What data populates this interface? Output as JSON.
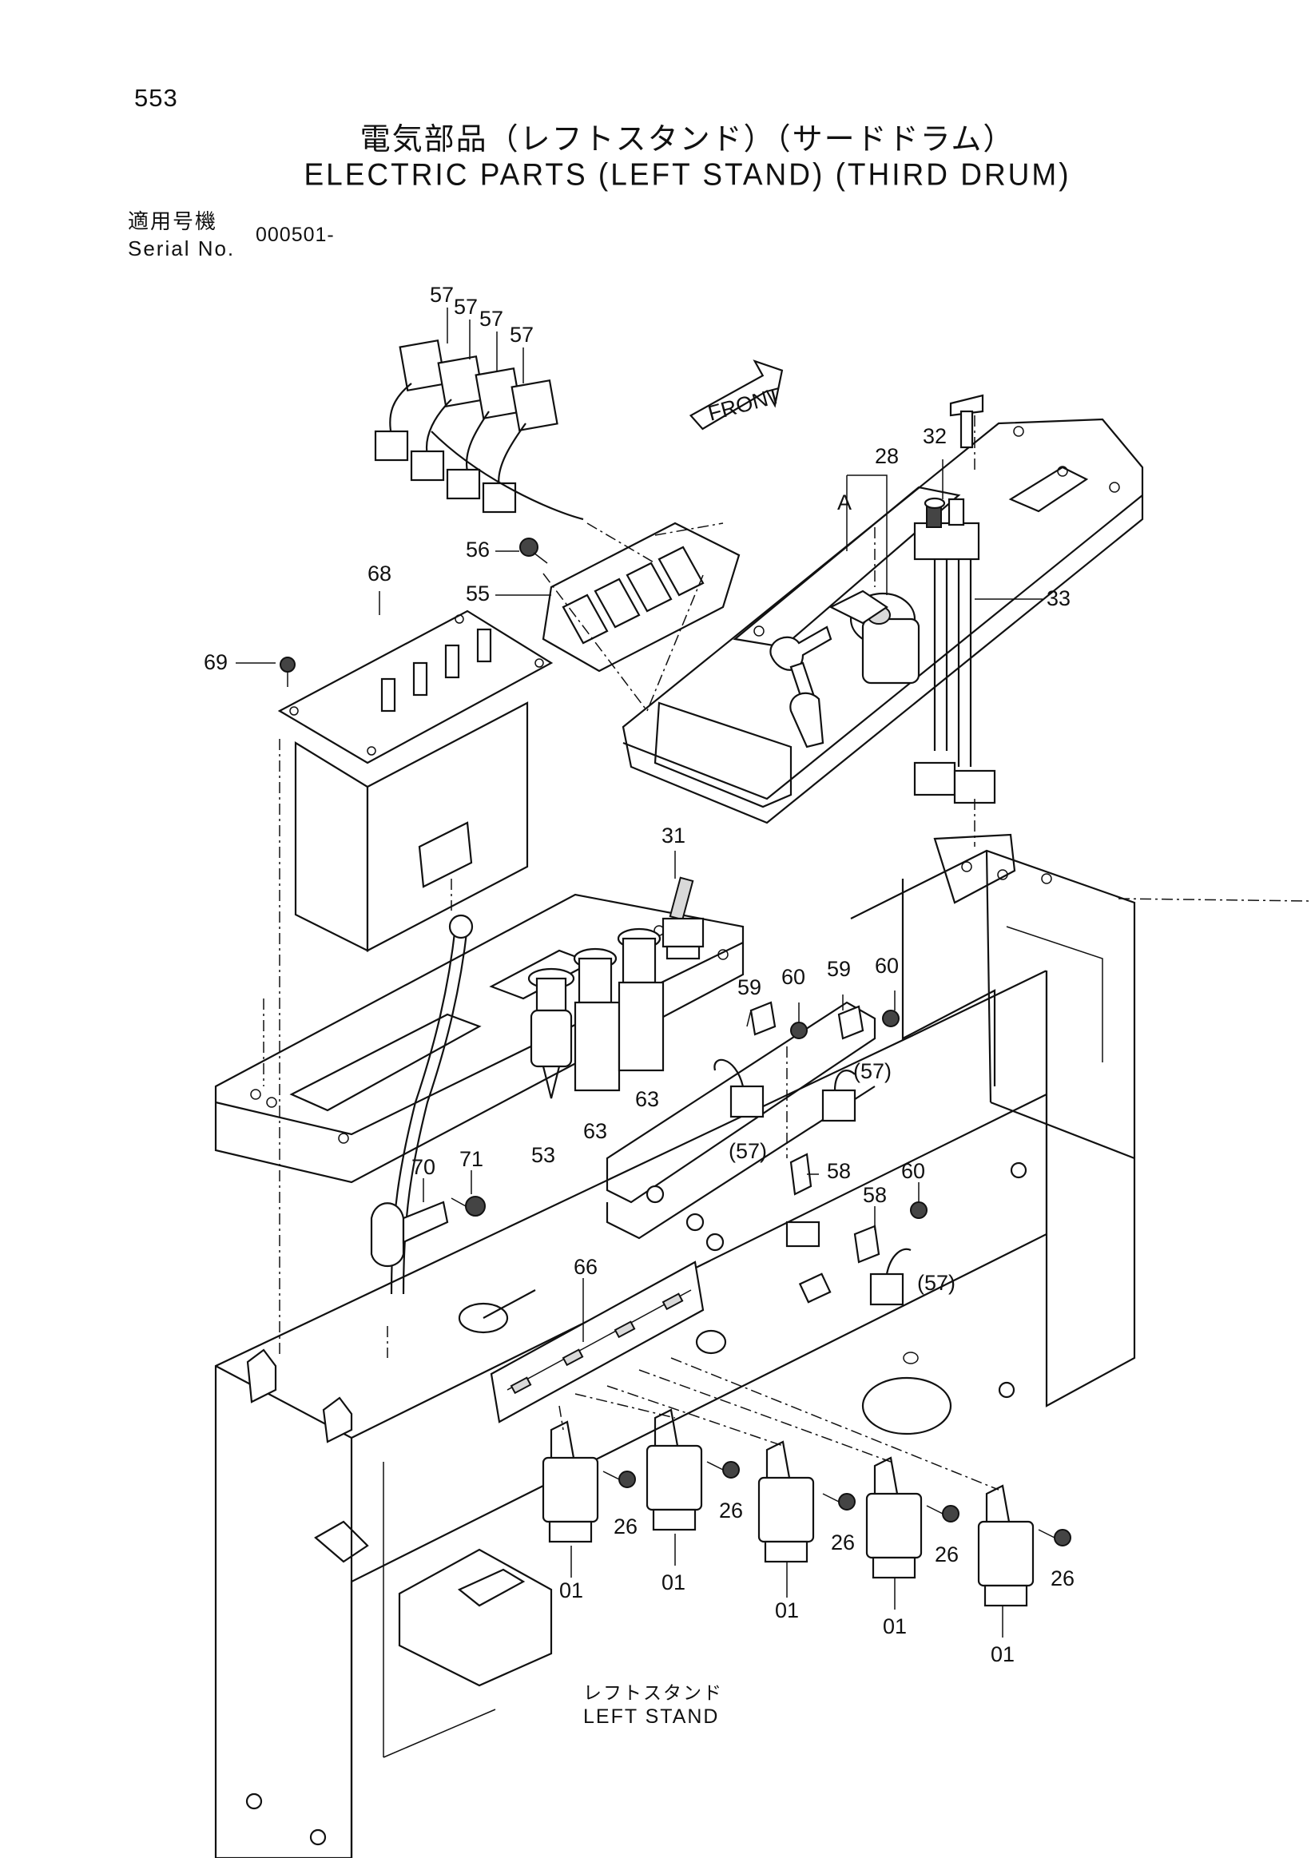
{
  "page_number": "553",
  "title_jp": "電気部品（レフトスタンド）（サードドラム）",
  "title_en": "ELECTRIC PARTS (LEFT STAND) (THIRD DRUM)",
  "serial": {
    "label_jp": "適用号機",
    "label_en": "Serial No.",
    "value": "000501-"
  },
  "front_label": "FRONT",
  "callouts": {
    "c57a": "57",
    "c57b": "57",
    "c57c": "57",
    "c57d": "57",
    "c56": "56",
    "c55": "55",
    "c68": "68",
    "c69": "69",
    "c28": "28",
    "cA": "A",
    "c32": "32",
    "c33": "33",
    "c31": "31",
    "c53": "53",
    "c63a": "63",
    "c63b": "63",
    "c59a": "59",
    "c60a": "60",
    "c59b": "59",
    "c60b": "60",
    "c57e": "(57)",
    "c57f": "(57)",
    "c57g": "(57)",
    "c58a": "58",
    "c58b": "58",
    "c60c": "60",
    "c70": "70",
    "c71": "71",
    "c66": "66",
    "c01a": "01",
    "c01b": "01",
    "c01c": "01",
    "c01d": "01",
    "c01e": "01",
    "c26a": "26",
    "c26b": "26",
    "c26c": "26",
    "c26d": "26",
    "c26e": "26"
  },
  "caption": {
    "jp": "レフトスタンド",
    "en": "LEFT STAND"
  }
}
